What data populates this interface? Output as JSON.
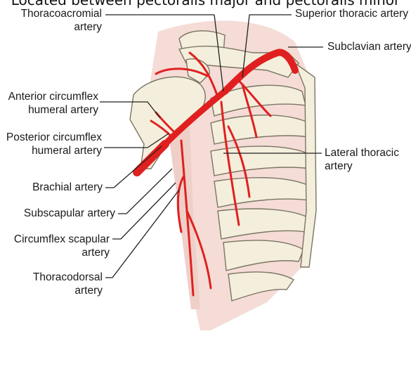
{
  "caption": "Located between pectoralis major and pectoralis minor",
  "labels": {
    "thoracoacromial": {
      "line1": "Thoracoacromial",
      "line2": "artery"
    },
    "superior_thoracic": {
      "line1": "Superior thoracic artery"
    },
    "subclavian": {
      "line1": "Subclavian artery"
    },
    "anterior_circumflex": {
      "line1": "Anterior circumflex",
      "line2": "humeral artery"
    },
    "posterior_circumflex": {
      "line1": "Posterior circumflex",
      "line2": "humeral artery"
    },
    "lateral_thoracic": {
      "line1": "Lateral thoracic",
      "line2": "artery"
    },
    "brachial": {
      "line1": "Brachial artery"
    },
    "subscapular": {
      "line1": "Subscapular artery"
    },
    "circumflex_scapular": {
      "line1": "Circumflex scapular",
      "line2": "artery"
    },
    "thoracodorsal": {
      "line1": "Thoracodorsal",
      "line2": "artery"
    }
  },
  "colors": {
    "artery": "#e02020",
    "bone": "#f4efdc",
    "bone_outline": "#7a7564",
    "skin": "#f5dcd6",
    "leader": "#222222"
  }
}
